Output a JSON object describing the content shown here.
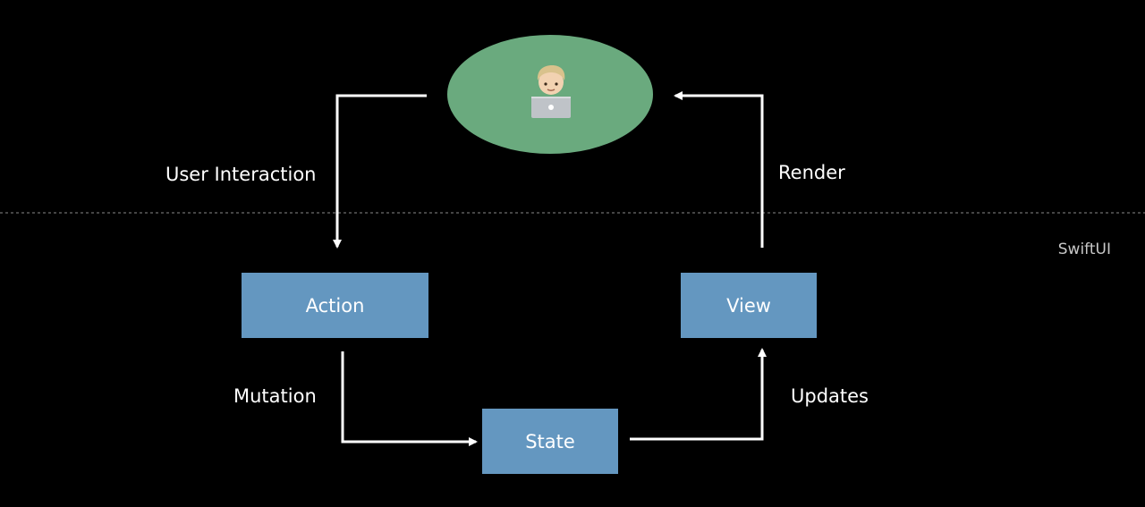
{
  "colors": {
    "background": "#000000",
    "user_node_fill": "#6aaa7e",
    "box_fill": "#6497c0",
    "connector": "#ffffff",
    "divider": "#8a8a8a",
    "framework_label": "#c8c8c8"
  },
  "user": {
    "icon": "person-with-laptop-icon"
  },
  "nodes": {
    "action": "Action",
    "view": "View",
    "state": "State"
  },
  "edges": {
    "user_interaction": "User Interaction",
    "render": "Render",
    "mutation": "Mutation",
    "updates": "Updates"
  },
  "framework": {
    "label": "SwiftUI"
  }
}
